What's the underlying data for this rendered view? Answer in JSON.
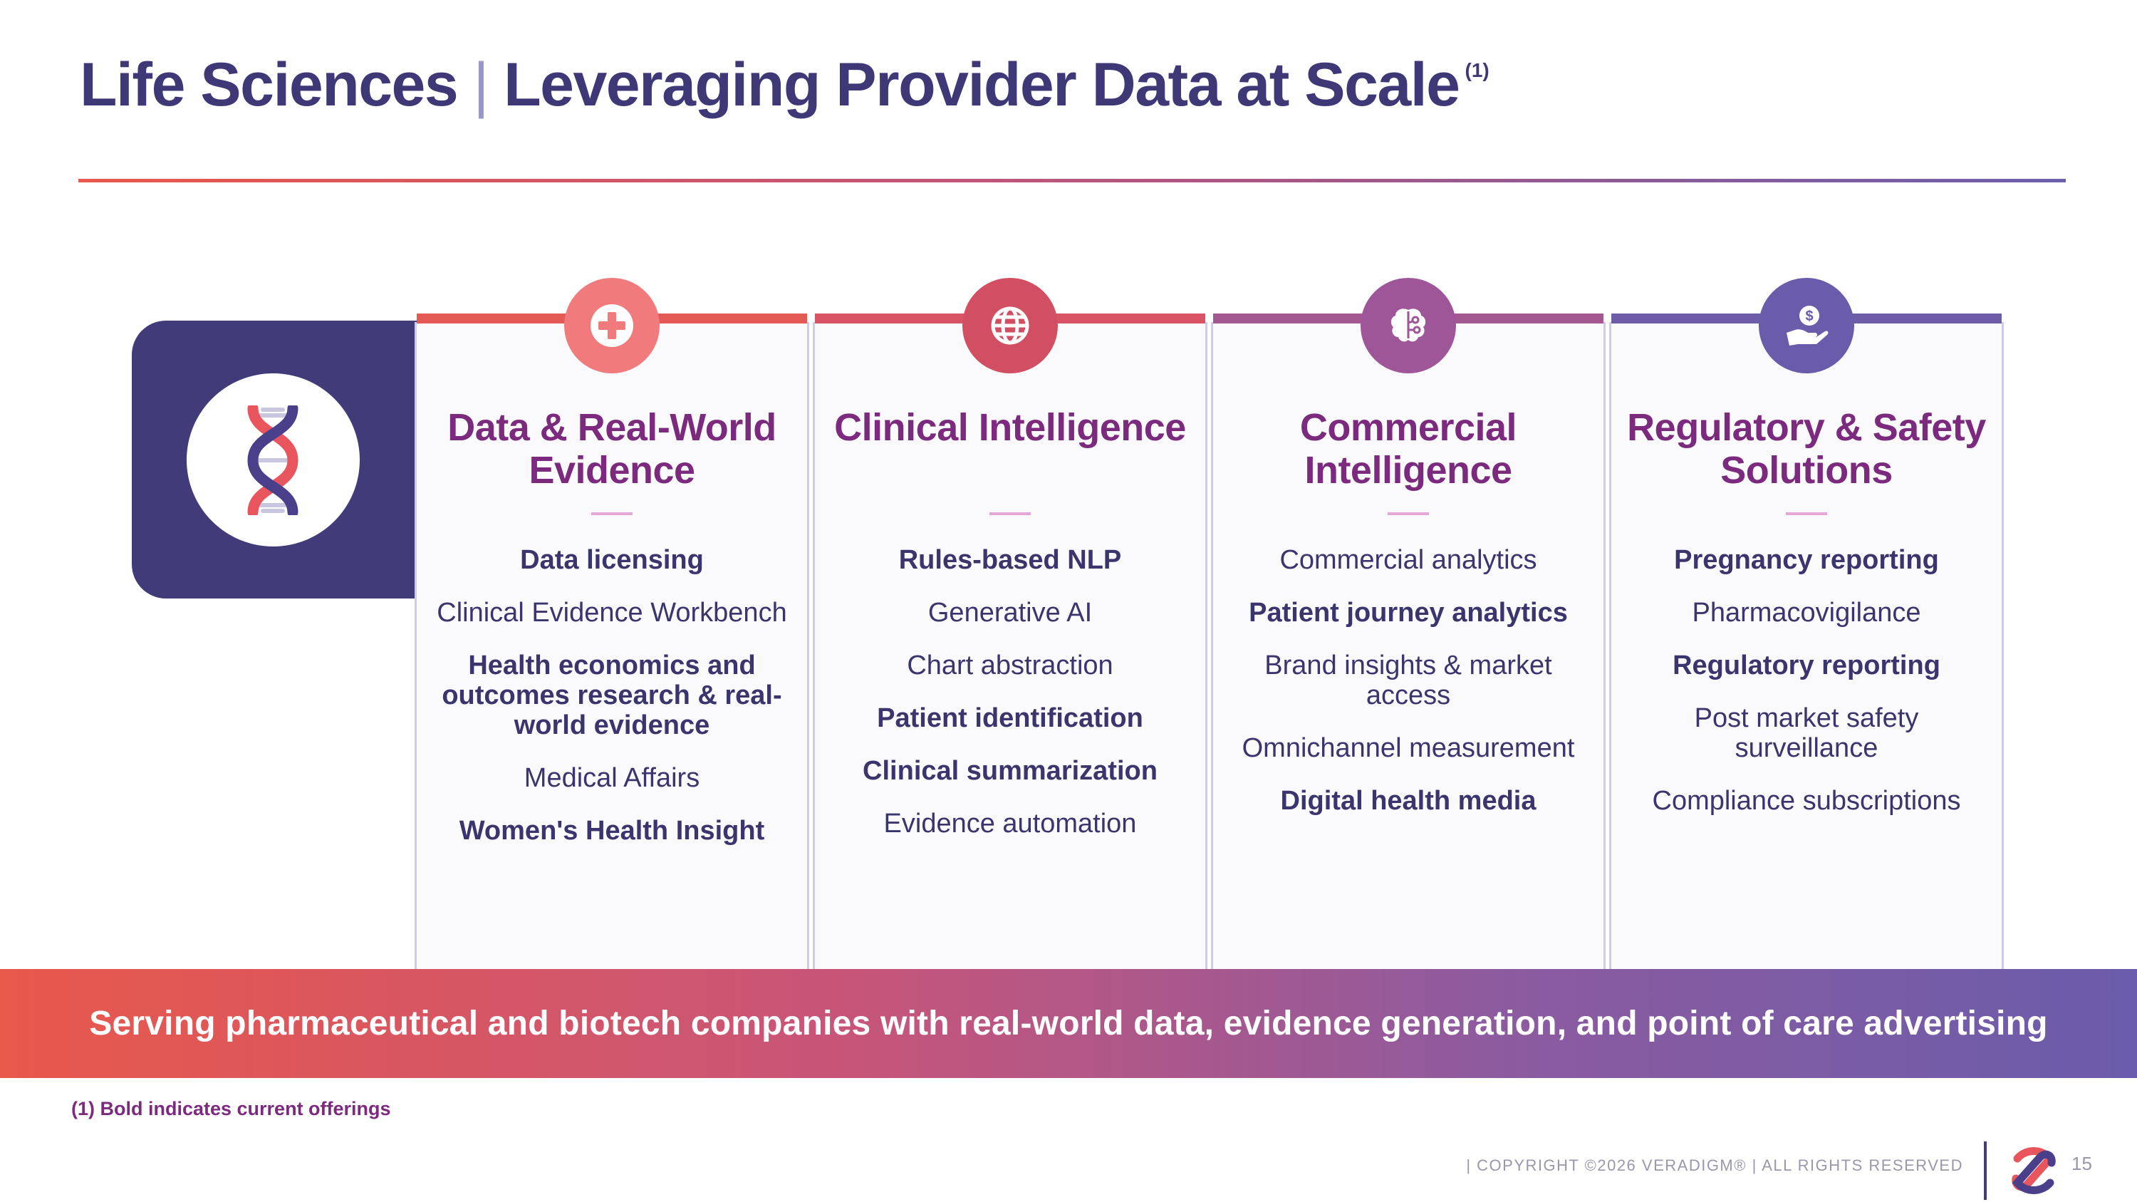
{
  "header": {
    "title_part1": "Life Sciences",
    "separator": "|",
    "title_part2": "Leveraging Provider Data at Scale",
    "footnote_marker": "(1)"
  },
  "colors": {
    "navy": "#423b7a",
    "title": "#3f3877",
    "plum": "#7b2a7e",
    "coral": "#e8584b",
    "violet": "#6a5cab"
  },
  "logo": {
    "icon": "dna-helix-icon"
  },
  "columns": [
    {
      "title": "Data & Real-World Evidence",
      "icon": "medical-cross-icon",
      "items": [
        {
          "label": "Data licensing",
          "bold": true
        },
        {
          "label": "Clinical Evidence Workbench",
          "bold": false
        },
        {
          "label": "Health economics and outcomes research & real-world evidence",
          "bold": true
        },
        {
          "label": "Medical Affairs",
          "bold": false
        },
        {
          "label": "Women's Health Insight",
          "bold": true
        }
      ]
    },
    {
      "title": "Clinical Intelligence",
      "icon": "globe-icon",
      "items": [
        {
          "label": "Rules-based NLP",
          "bold": true
        },
        {
          "label": "Generative AI",
          "bold": false
        },
        {
          "label": "Chart abstraction",
          "bold": false
        },
        {
          "label": "Patient identification",
          "bold": true
        },
        {
          "label": "Clinical summarization",
          "bold": true
        },
        {
          "label": "Evidence automation",
          "bold": false
        }
      ]
    },
    {
      "title": "Commercial Intelligence",
      "icon": "brain-icon",
      "items": [
        {
          "label": "Commercial analytics",
          "bold": false
        },
        {
          "label": "Patient journey analytics",
          "bold": true
        },
        {
          "label": "Brand insights & market access",
          "bold": false
        },
        {
          "label": "Omnichannel measurement",
          "bold": false
        },
        {
          "label": "Digital health media",
          "bold": true
        }
      ]
    },
    {
      "title": "Regulatory & Safety Solutions",
      "icon": "hand-dollar-icon",
      "items": [
        {
          "label": "Pregnancy reporting",
          "bold": true
        },
        {
          "label": "Pharmacovigilance",
          "bold": false
        },
        {
          "label": "Regulatory reporting",
          "bold": true
        },
        {
          "label": "Post market safety surveillance",
          "bold": false
        },
        {
          "label": "Compliance subscriptions",
          "bold": false
        }
      ]
    }
  ],
  "banner": {
    "text": "Serving pharmaceutical and biotech companies with real-world data, evidence generation, and point of care advertising"
  },
  "footer": {
    "footnote": "(1) Bold indicates current offerings",
    "copyright": "| COPYRIGHT ©2026 VERADIGM® | ALL RIGHTS RESERVED",
    "page_number": "15"
  }
}
